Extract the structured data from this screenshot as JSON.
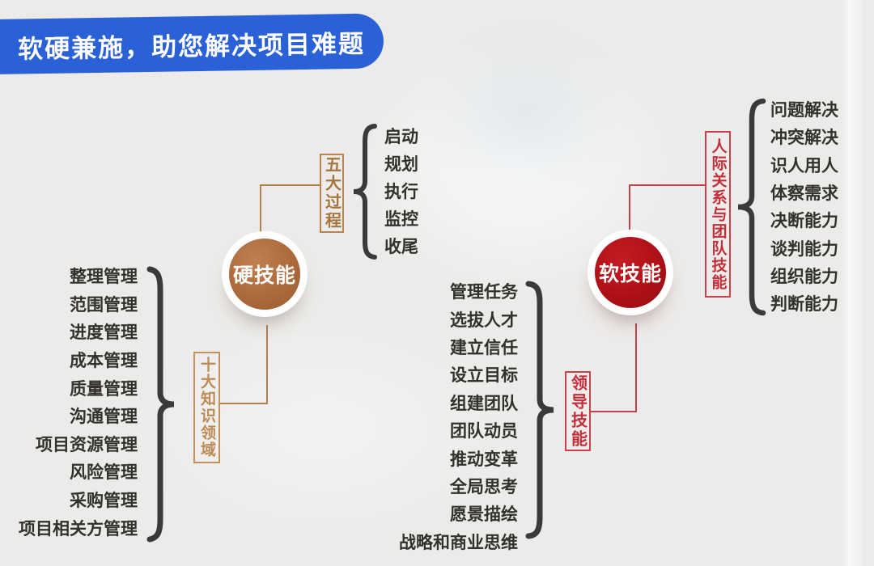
{
  "title": "软硬兼施，助您解决项目难题",
  "colors": {
    "banner_blue": "#2b61d6",
    "hard_node_brown": "#ac6a3c",
    "soft_node_red": "#ae1117",
    "tan_accent": "#b5854f",
    "red_accent": "#c22f3a",
    "brace_dark": "#3a3a3a",
    "item_text": "#33312e",
    "background": "#ecebe9"
  },
  "hard": {
    "node_label": "硬技能",
    "branches": [
      {
        "label": "五大过程",
        "items": [
          "启动",
          "规划",
          "执行",
          "监控",
          "收尾"
        ]
      },
      {
        "label": "十大知识领域",
        "items": [
          "整理管理",
          "范围管理",
          "进度管理",
          "成本管理",
          "质量管理",
          "沟通管理",
          "项目资源管理",
          "风险管理",
          "采购管理",
          "项目相关方管理"
        ]
      }
    ]
  },
  "soft": {
    "node_label": "软技能",
    "branches": [
      {
        "label": "人际关系与团队技能",
        "items": [
          "问题解决",
          "冲突解决",
          "识人用人",
          "体察需求",
          "决断能力",
          "谈判能力",
          "组织能力",
          "判断能力"
        ]
      },
      {
        "label": "领导技能",
        "items": [
          "管理任务",
          "选拔人才",
          "建立信任",
          "设立目标",
          "组建团队",
          "团队动员",
          "推动变革",
          "全局思考",
          "愿景描绘",
          "战略和商业思维"
        ]
      }
    ]
  }
}
